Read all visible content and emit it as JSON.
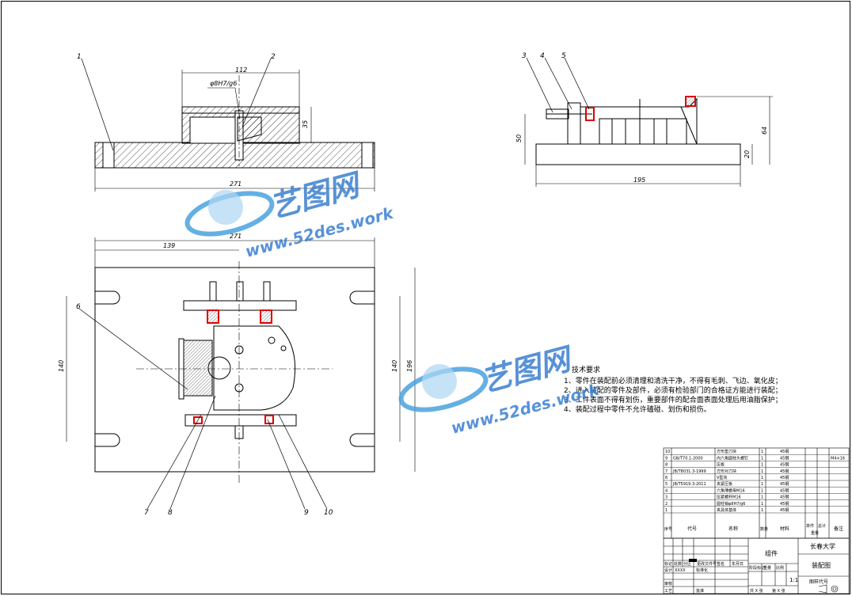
{
  "views": {
    "front": {
      "dims": {
        "top_width": "112",
        "fit": "φ8H7/g6",
        "height": "35",
        "base_width": "271"
      },
      "balloons": [
        "1",
        "2"
      ]
    },
    "side": {
      "dims": {
        "height_50": "50",
        "height_64": "64",
        "base_20": "20",
        "length": "195"
      },
      "balloons": [
        "3",
        "4",
        "5"
      ]
    },
    "plan": {
      "dims": {
        "width_271": "271",
        "offset_139": "139",
        "left_140": "140",
        "inner_140": "140",
        "right_196": "196"
      },
      "balloons": [
        "6",
        "7",
        "8",
        "9",
        "10"
      ]
    }
  },
  "watermark": {
    "brand": "艺图网",
    "url": "www.52des.work"
  },
  "tech_requirements": {
    "title": "技术要求",
    "items": [
      "1、零件在装配前必须清理和清洗干净，不得有毛刺、飞边、氧化皮；",
      "2、进入装配的零件及部件，必须有检验部门的合格证方能进行装配；",
      "3、工件表面不得有划伤，重要部件的配合面表面处理后用油脂保护；",
      "4、装配过程中零件不允许磕碰、划伤和损伤。"
    ]
  },
  "bom": {
    "rows": [
      {
        "no": "10",
        "code": "",
        "name": "方形垫刀块",
        "qty": "1",
        "mat": "45钢",
        "note": ""
      },
      {
        "no": "9",
        "code": "GB/T70.1-2000",
        "name": "内六角圆柱头螺钉",
        "qty": "1",
        "mat": "45钢",
        "note": "M4×16"
      },
      {
        "no": "8",
        "code": "",
        "name": "压板",
        "qty": "1",
        "mat": "45钢",
        "note": ""
      },
      {
        "no": "7",
        "code": "JB/T8031.3-1999",
        "name": "方形对刀块",
        "qty": "1",
        "mat": "45钢",
        "note": ""
      },
      {
        "no": "6",
        "code": "",
        "name": "V型块",
        "qty": "1",
        "mat": "45钢",
        "note": ""
      },
      {
        "no": "5",
        "code": "JB/T5919.3-2011",
        "name": "夹紧压板",
        "qty": "1",
        "mat": "45钢",
        "note": ""
      },
      {
        "no": "4",
        "code": "",
        "name": "六角薄螺母M16",
        "qty": "1",
        "mat": "45钢",
        "note": ""
      },
      {
        "no": "3",
        "code": "",
        "name": "压紧螺杆M16",
        "qty": "1",
        "mat": "45钢",
        "note": ""
      },
      {
        "no": "2",
        "code": "",
        "name": "圆柱销φ8H7/g6",
        "qty": "1",
        "mat": "45钢",
        "note": ""
      },
      {
        "no": "1",
        "code": "",
        "name": "夹具体基体",
        "qty": "1",
        "mat": "45钢",
        "note": ""
      }
    ],
    "header": {
      "no": "序号",
      "code": "代号",
      "name": "名称",
      "qty": "数量",
      "mat": "材料",
      "unit": "单件",
      "total": "总计",
      "weight": "重量",
      "note": "备注"
    }
  },
  "title_block": {
    "company": "长春大学",
    "drawing_name": "装配图",
    "material_mark": "组件",
    "scale": "1:1",
    "drawing_no_label": "图样代号",
    "labels": {
      "mark": "标记",
      "count": "处数",
      "zone": "分区",
      "change_doc": "更改文件号",
      "sign": "签名",
      "date": "年月日",
      "design": "设计",
      "design_name": "XXXX",
      "standardize": "标准化",
      "stage_mark": "阶段标记",
      "weight": "重量",
      "ratio": "比例",
      "review": "审核",
      "process": "工艺",
      "approve": "批准",
      "sheets_total": "共 X 张",
      "sheet_no": "第 X 张"
    }
  }
}
